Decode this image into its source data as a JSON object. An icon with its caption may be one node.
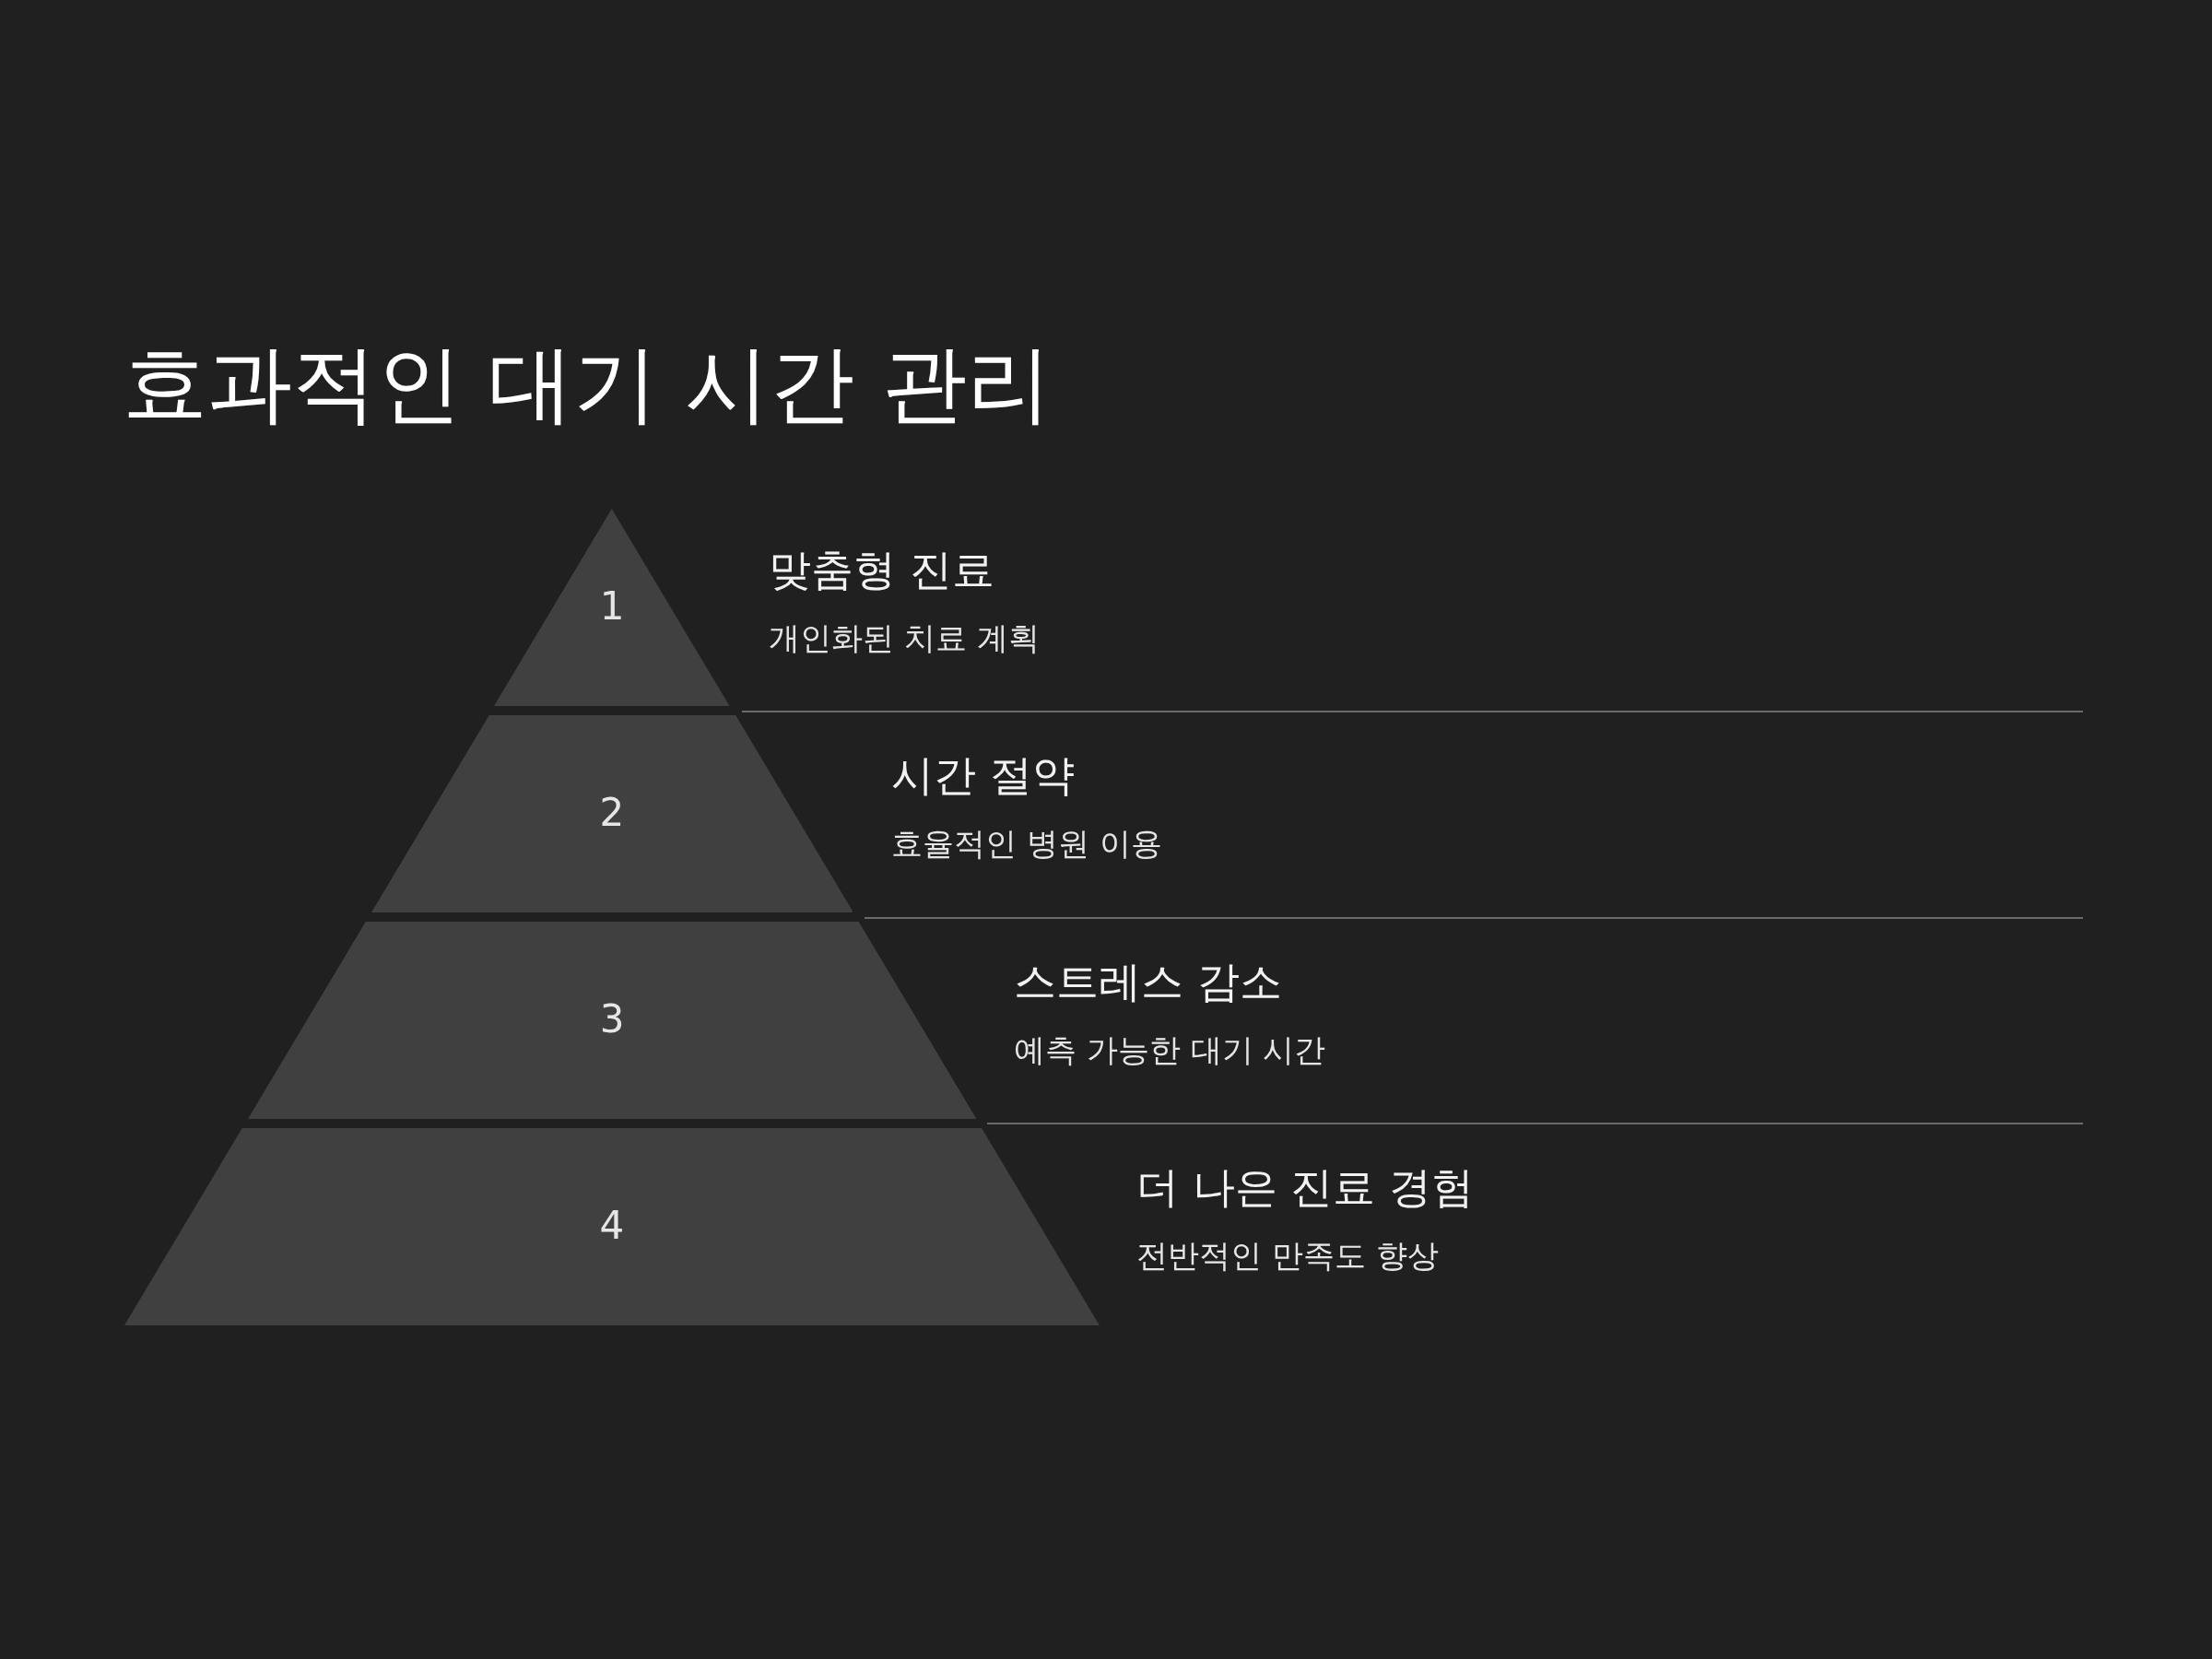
{
  "diagram": {
    "title": "효과적인 대기 시간 관리",
    "nodes": [
      {
        "text": [
          "1"
        ],
        "beside": [
          "맞춤형 진료",
          "개인화된 치료 계획"
        ]
      },
      {
        "text": [
          "2"
        ],
        "beside": [
          "시간 절약",
          "효율적인 병원 이용"
        ]
      },
      {
        "text": [
          "3"
        ],
        "beside": [
          "스트레스 감소",
          "예측 가능한 대기 시간"
        ]
      },
      {
        "text": [
          "4"
        ],
        "beside": [
          "더 나은 진료 경험",
          "전반적인 만족도 향상"
        ]
      }
    ]
  }
}
